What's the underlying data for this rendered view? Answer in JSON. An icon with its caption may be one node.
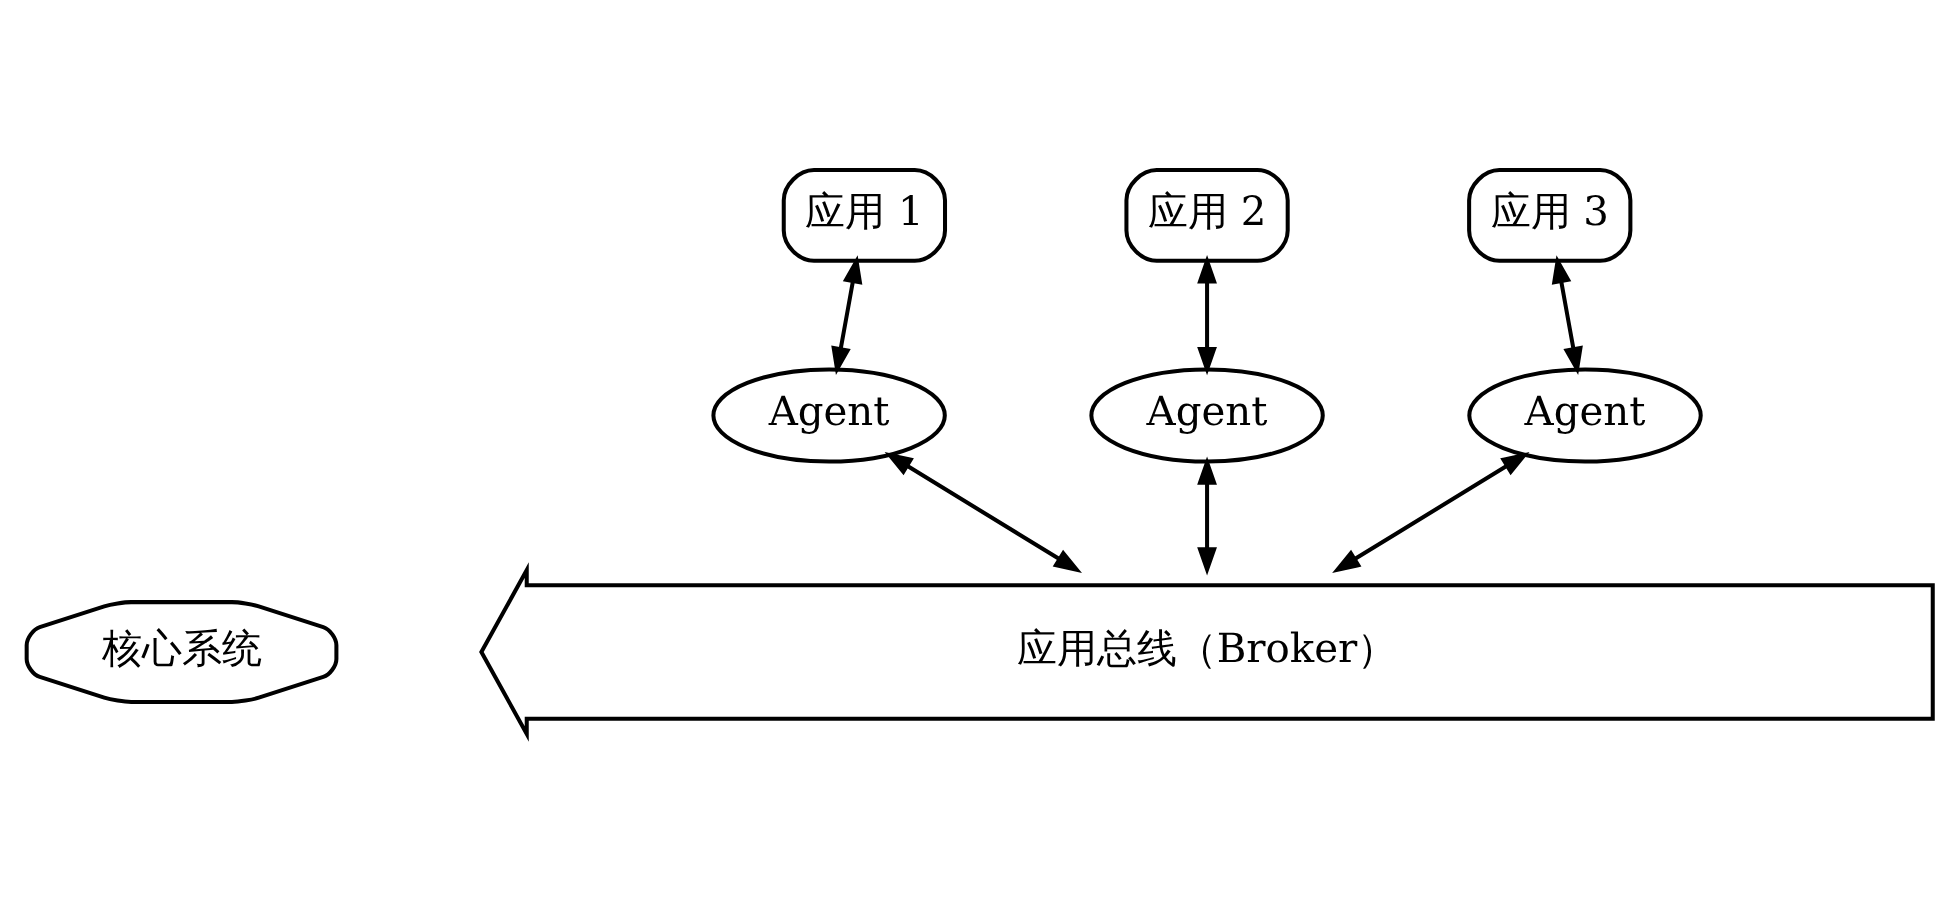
{
  "diagram": {
    "nodes": [
      {
        "text": [
          "应用 1"
        ]
      },
      {
        "text": [
          "应用 2"
        ]
      },
      {
        "text": [
          "应用 3"
        ]
      },
      {
        "text": [
          "Agent"
        ]
      },
      {
        "text": [
          "Agent"
        ]
      },
      {
        "text": [
          "Agent"
        ]
      },
      {
        "text": [
          "核心系统"
        ]
      },
      {
        "text": [
          "应用总线（Broker）"
        ]
      }
    ],
    "edges": [
      {
        "from": 0,
        "to": 3,
        "arrow": "both"
      },
      {
        "from": 1,
        "to": 4,
        "arrow": "both"
      },
      {
        "from": 2,
        "to": 5,
        "arrow": "both"
      },
      {
        "from": 3,
        "to": 7,
        "arrow": "both"
      },
      {
        "from": 4,
        "to": 7,
        "arrow": "both"
      },
      {
        "from": 5,
        "to": 7,
        "arrow": "both"
      }
    ]
  }
}
